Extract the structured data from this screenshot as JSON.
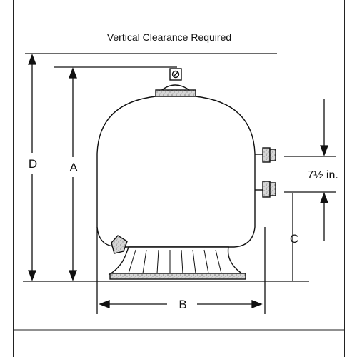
{
  "title": "Vertical Clearance Required",
  "labels": {
    "d": "D",
    "a": "A",
    "b": "B",
    "c": "C",
    "port_gap": "7½ in."
  },
  "colors": {
    "line": "#111111",
    "speckle": "#bdbdbd"
  }
}
